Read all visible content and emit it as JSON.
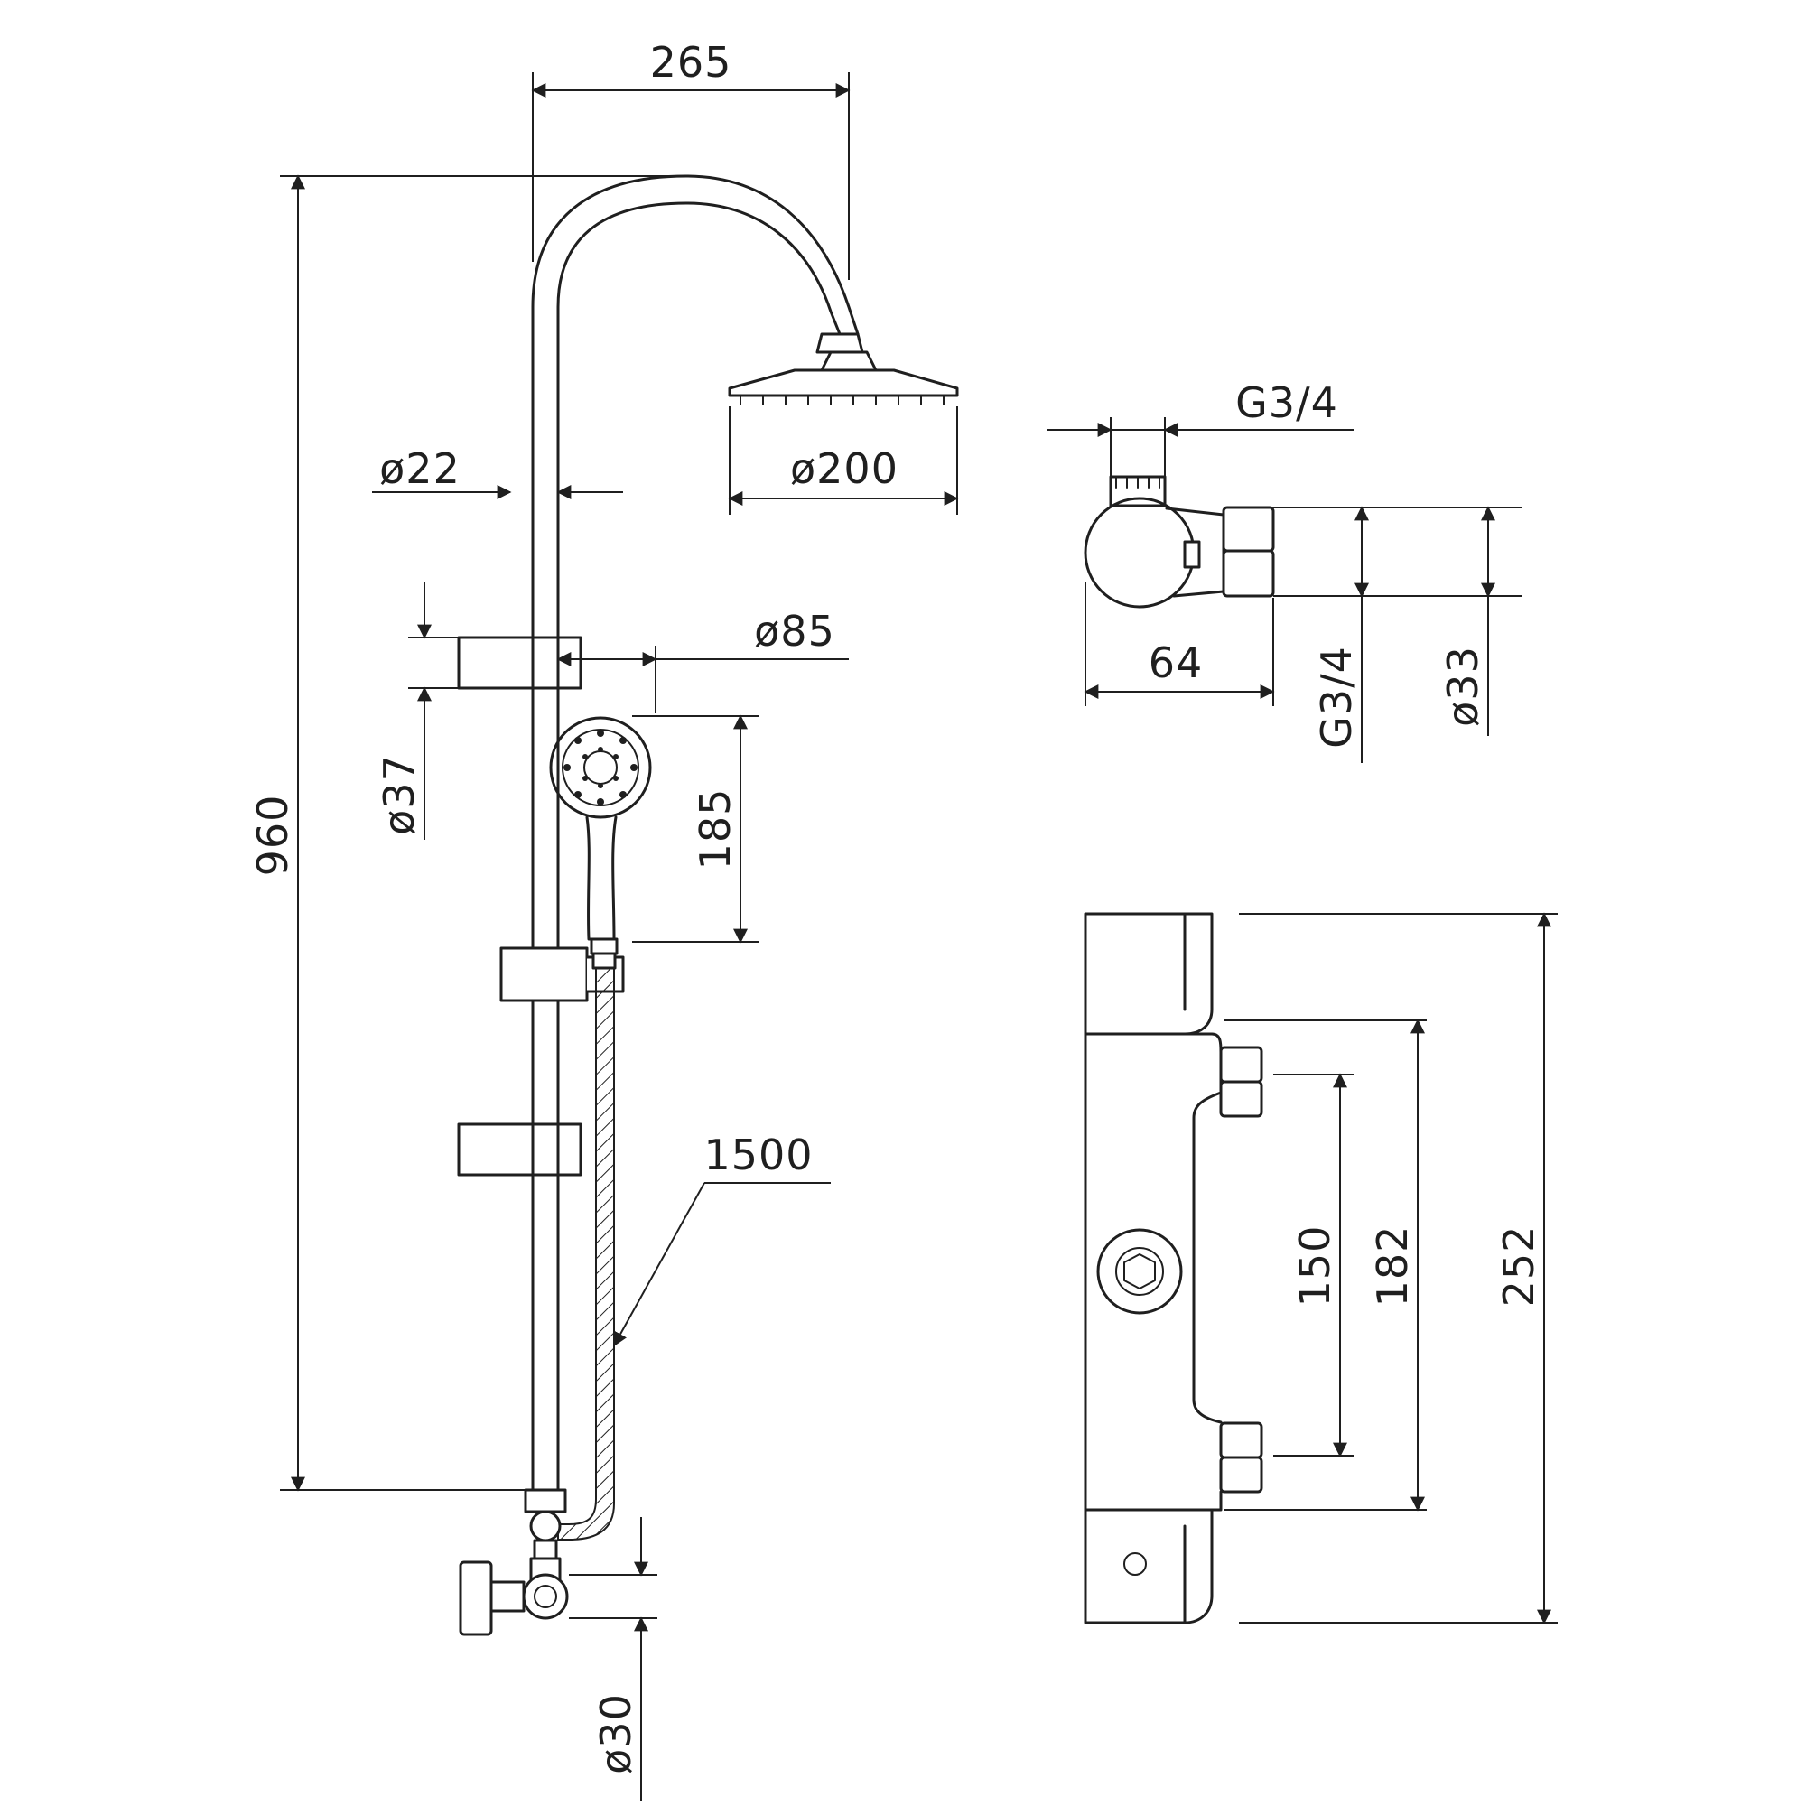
{
  "dimensions": {
    "d265": "265",
    "d_phi22": "ø22",
    "d_phi200": "ø200",
    "d_phi85": "ø85",
    "d_phi37": "ø37",
    "d960": "960",
    "d185": "185",
    "d1500": "1500",
    "d_phi30": "ø30",
    "top_g34": "G3/4",
    "d64": "64",
    "side_g34": "G3/4",
    "d_phi33": "ø33",
    "d150": "150",
    "d182": "182",
    "d252": "252"
  }
}
